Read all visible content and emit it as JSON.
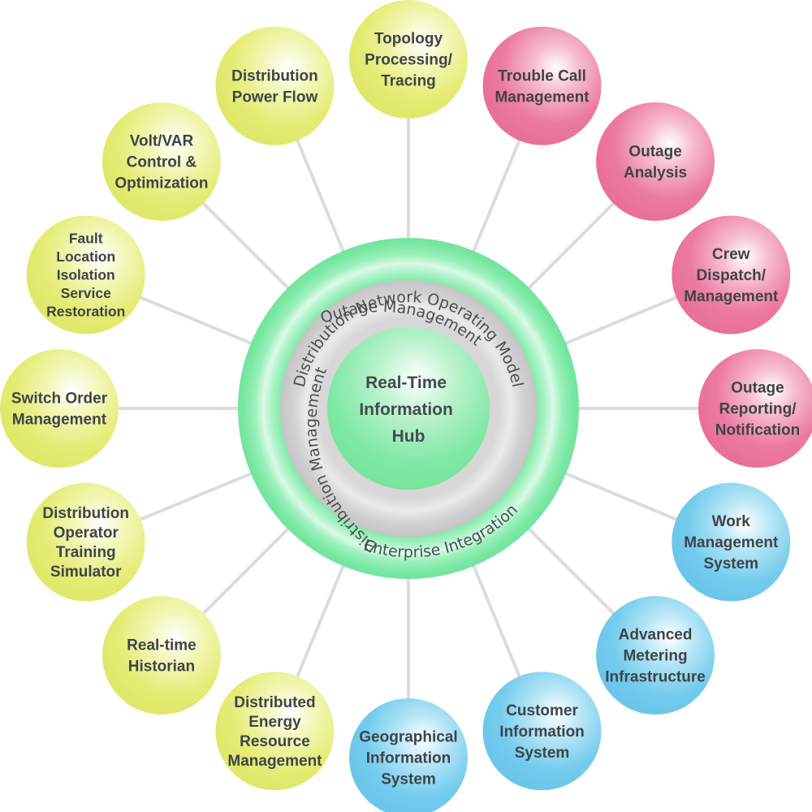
{
  "diagram": {
    "hub": {
      "lines": [
        "Real-Time",
        "Information",
        "Hub"
      ]
    },
    "inner_ring_label": "Distribution Network Operating Model",
    "outer_ring_labels": {
      "left": "Distribution Management",
      "right": "Outage Management",
      "bottom": "Enterprise Integration"
    },
    "colors": {
      "yellow": "#e4ec74",
      "pink": "#ec7aa0",
      "blue": "#74cced",
      "ring_green": "#7ceaa8",
      "ring_gray": "#c9c7c7",
      "hub_green": "#7ee8a4",
      "connector": "#dcdcdc",
      "text": "#3f4449"
    },
    "nodes": [
      {
        "id": "topology-processing-tracing",
        "group": "yellow",
        "lines": [
          "Topology",
          "Processing/",
          "Tracing"
        ]
      },
      {
        "id": "trouble-call-management",
        "group": "pink",
        "lines": [
          "Trouble Call",
          "Management"
        ]
      },
      {
        "id": "outage-analysis",
        "group": "pink",
        "lines": [
          "Outage",
          "Analysis"
        ]
      },
      {
        "id": "crew-dispatch-management",
        "group": "pink",
        "lines": [
          "Crew",
          "Dispatch/",
          "Management"
        ]
      },
      {
        "id": "outage-reporting-notification",
        "group": "pink",
        "lines": [
          "Outage",
          "Reporting/",
          "Notification"
        ]
      },
      {
        "id": "work-management-system",
        "group": "blue",
        "lines": [
          "Work",
          "Management",
          "System"
        ]
      },
      {
        "id": "advanced-metering-infrastructure",
        "group": "blue",
        "lines": [
          "Advanced",
          "Metering",
          "Infrastructure"
        ]
      },
      {
        "id": "customer-information-system",
        "group": "blue",
        "lines": [
          "Customer",
          "Information",
          "System"
        ]
      },
      {
        "id": "geographical-information-system",
        "group": "blue",
        "lines": [
          "Geographical",
          "Information",
          "System"
        ]
      },
      {
        "id": "distributed-energy-resource-management",
        "group": "yellow",
        "lines": [
          "Distributed",
          "Energy",
          "Resource",
          "Management"
        ]
      },
      {
        "id": "real-time-historian",
        "group": "yellow",
        "lines": [
          "Real-time",
          "Historian"
        ]
      },
      {
        "id": "distribution-operator-training-simulator",
        "group": "yellow",
        "lines": [
          "Distribution",
          "Operator",
          "Training",
          "Simulator"
        ]
      },
      {
        "id": "switch-order-management",
        "group": "yellow",
        "lines": [
          "Switch Order",
          "Management"
        ]
      },
      {
        "id": "fault-location-isolation-service-restoration",
        "group": "yellow",
        "lines": [
          "Fault",
          "Location",
          "Isolation",
          "Service",
          "Restoration"
        ]
      },
      {
        "id": "volt-var-control-optimization",
        "group": "yellow",
        "lines": [
          "Volt/VAR",
          "Control &",
          "Optimization"
        ]
      },
      {
        "id": "distribution-power-flow",
        "group": "yellow",
        "lines": [
          "Distribution",
          "Power Flow"
        ]
      }
    ]
  }
}
